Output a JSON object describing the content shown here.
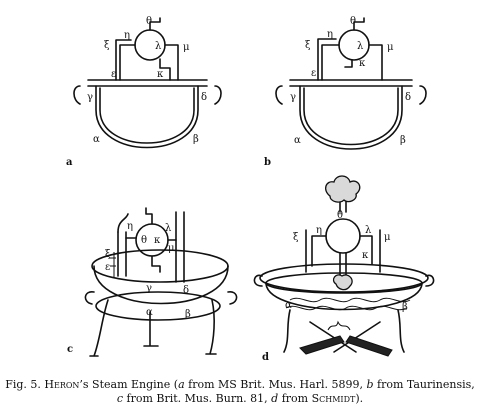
{
  "figure": {
    "panels": [
      {
        "id": "a",
        "plate_label": "a",
        "labels": {
          "theta": "θ",
          "eta": "η",
          "xi": "ξ",
          "lambda": "λ",
          "mu": "μ",
          "kappa": "κ",
          "epsilon": "ε",
          "gamma": "γ",
          "delta": "δ",
          "alpha": "α",
          "beta": "β"
        }
      },
      {
        "id": "b",
        "plate_label": "b",
        "labels": {
          "theta": "θ",
          "eta": "η",
          "xi": "ξ",
          "lambda": "λ",
          "mu": "μ",
          "kappa": "κ",
          "epsilon": "ε",
          "gamma": "γ",
          "delta": "δ",
          "alpha": "α",
          "beta": "β"
        }
      },
      {
        "id": "c",
        "plate_label": "c",
        "labels": {
          "eta": "η",
          "theta": "θ",
          "kappa": "κ",
          "lambda": "λ",
          "mu": "μ",
          "xi": "ξ",
          "epsilon": "ε",
          "gamma": "γ",
          "delta": "δ",
          "alpha": "α",
          "beta": "β"
        }
      },
      {
        "id": "d",
        "plate_label": "d",
        "labels": {
          "theta": "θ",
          "xi": "ξ",
          "eta": "η",
          "lambda": "λ",
          "mu": "μ",
          "kappa": "κ",
          "alpha": "α",
          "beta": "β"
        }
      }
    ]
  },
  "caption": {
    "fig": "Fig. 5.",
    "author": "Heron",
    "title_rest": "’s Steam Engine (",
    "a_key": "a",
    "a_text": " from MS Brit. Mus. Harl. 5899, ",
    "b_key": "b",
    "b_text": " from Taurinensis,",
    "c_key": "c",
    "c_text": " from Brit. Mus. Burn. 81, ",
    "d_key": "d",
    "d_from": " from ",
    "schmidt": "Schmidt",
    "end": ")."
  }
}
